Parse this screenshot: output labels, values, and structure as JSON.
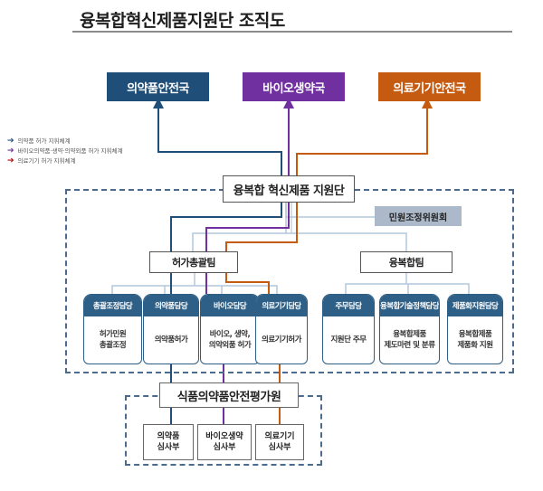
{
  "title": "융복합혁신제품지원단 조직도",
  "agencies": [
    {
      "label": "의약품안전국",
      "color": "#1f4e79"
    },
    {
      "label": "바이오생약국",
      "color": "#7030a0"
    },
    {
      "label": "의료기기안전국",
      "color": "#c55a11"
    }
  ],
  "legend": [
    {
      "label": "의약품 허가 지휘체계",
      "color": "#1f4e79"
    },
    {
      "label": "바이오의약품·생약·의약외품 허가 지휘체계",
      "color": "#7030a0"
    },
    {
      "label": "의료기기 허가 지휘체계",
      "color": "#c00000"
    }
  ],
  "headquarters": "융복합 혁신제품 지원단",
  "committee": "민원조정위원회",
  "teams": [
    {
      "label": "허가총괄팀",
      "units": [
        {
          "head": "총괄조정담당",
          "body": "허가민원\n총괄조정"
        },
        {
          "head": "의약품담당",
          "body": "의약품허가"
        },
        {
          "head": "바이오담당",
          "body": "바이오, 생약,\n의약외품 허가"
        },
        {
          "head": "의료기기담당",
          "body": "의료기기허가"
        }
      ]
    },
    {
      "label": "융복합팀",
      "units": [
        {
          "head": "주무담당",
          "body": "지원단 주무"
        },
        {
          "head": "융복합기술정책담당",
          "body": "융복합제품\n제도마련 및 분류"
        },
        {
          "head": "제품화지원담당",
          "body": "융복합제품\n제품화 지원"
        }
      ]
    }
  ],
  "evaluation_institute": {
    "label": "식품의약품안전평가원",
    "departments": [
      {
        "label": "의약품\n심사부"
      },
      {
        "label": "바이오생약\n심사부"
      },
      {
        "label": "의료기기\n심사부"
      }
    ]
  },
  "colors": {
    "drug": "#1f4e79",
    "bio": "#7030a0",
    "device": "#c55a11",
    "card": "#2e5f86",
    "connector": "#b4c7dc",
    "committee": "#acb9ca"
  }
}
